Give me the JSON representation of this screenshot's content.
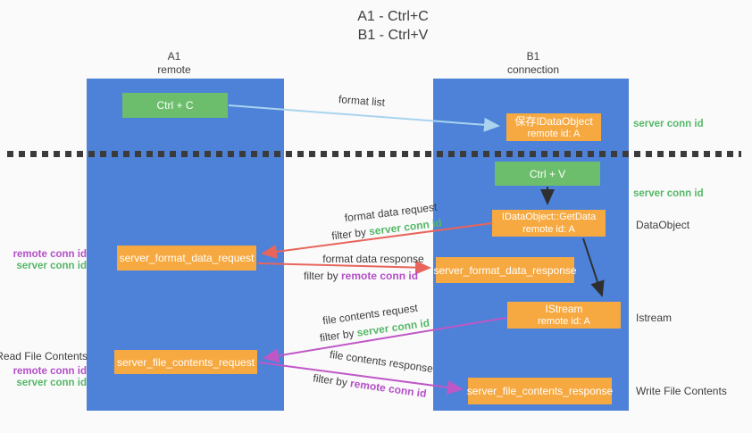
{
  "colors": {
    "background": "#fafafa",
    "lane_blue": "#4d82d8",
    "box_orange": "#f7a941",
    "box_green": "#6cbe6c",
    "arrow_blue": "#a9d3ee",
    "arrow_red": "#e8655c",
    "arrow_magenta": "#bf58c7",
    "arrow_black": "#2f2f2f",
    "label_green": "#55b868",
    "label_purple": "#b44fc8",
    "text_dark": "#3d3d3d",
    "divider_dark": "#3b3b3b"
  },
  "title": {
    "line1": "A1 - Ctrl+C",
    "line2": "B1 - Ctrl+V"
  },
  "lanes": {
    "left": {
      "name": "A1",
      "subtitle": "remote"
    },
    "right": {
      "name": "B1",
      "subtitle": "connection"
    }
  },
  "boxes": {
    "ctrl_c": {
      "label": "Ctrl + C"
    },
    "save_dataobject": {
      "line1": "保存IDataObject",
      "line2": "remote id: A"
    },
    "ctrl_v": {
      "label": "Ctrl + V"
    },
    "getdata": {
      "line1": "IDataObject::GetData",
      "line2": "remote id: A"
    },
    "format_request": {
      "label": "server_format_data_request"
    },
    "format_response": {
      "label": "server_format_data_response"
    },
    "istream": {
      "line1": "IStream",
      "line2": "remote id: A"
    },
    "file_request": {
      "label": "server_file_contents_request"
    },
    "file_response": {
      "label": "server_file_contents_response"
    }
  },
  "side_labels": {
    "server_conn_id_top": "server conn id",
    "server_conn_id_mid": "server conn id",
    "dataobject": "DataObject",
    "istream": "Istream",
    "write_file_contents": "Write File Contents",
    "read_file_contents": "Read File Contents",
    "remote_conn_id_left1": "remote conn id",
    "server_conn_id_left1": "server conn id",
    "remote_conn_id_left2": "remote conn id",
    "server_conn_id_left2": "server conn id"
  },
  "flow_labels": {
    "format_list": "format list",
    "format_data_request": "format data request",
    "filter_by_1": "filter by ",
    "filter_value_1": "server conn id",
    "format_data_response": "format data response",
    "filter_by_2": "filter by ",
    "filter_value_2": "remote conn id",
    "file_contents_request": "file contents request",
    "filter_by_3": "filter by ",
    "filter_value_3": "server conn id",
    "file_contents_response": "file contents response",
    "filter_by_4": "filter by ",
    "filter_value_4": "remote conn id"
  }
}
